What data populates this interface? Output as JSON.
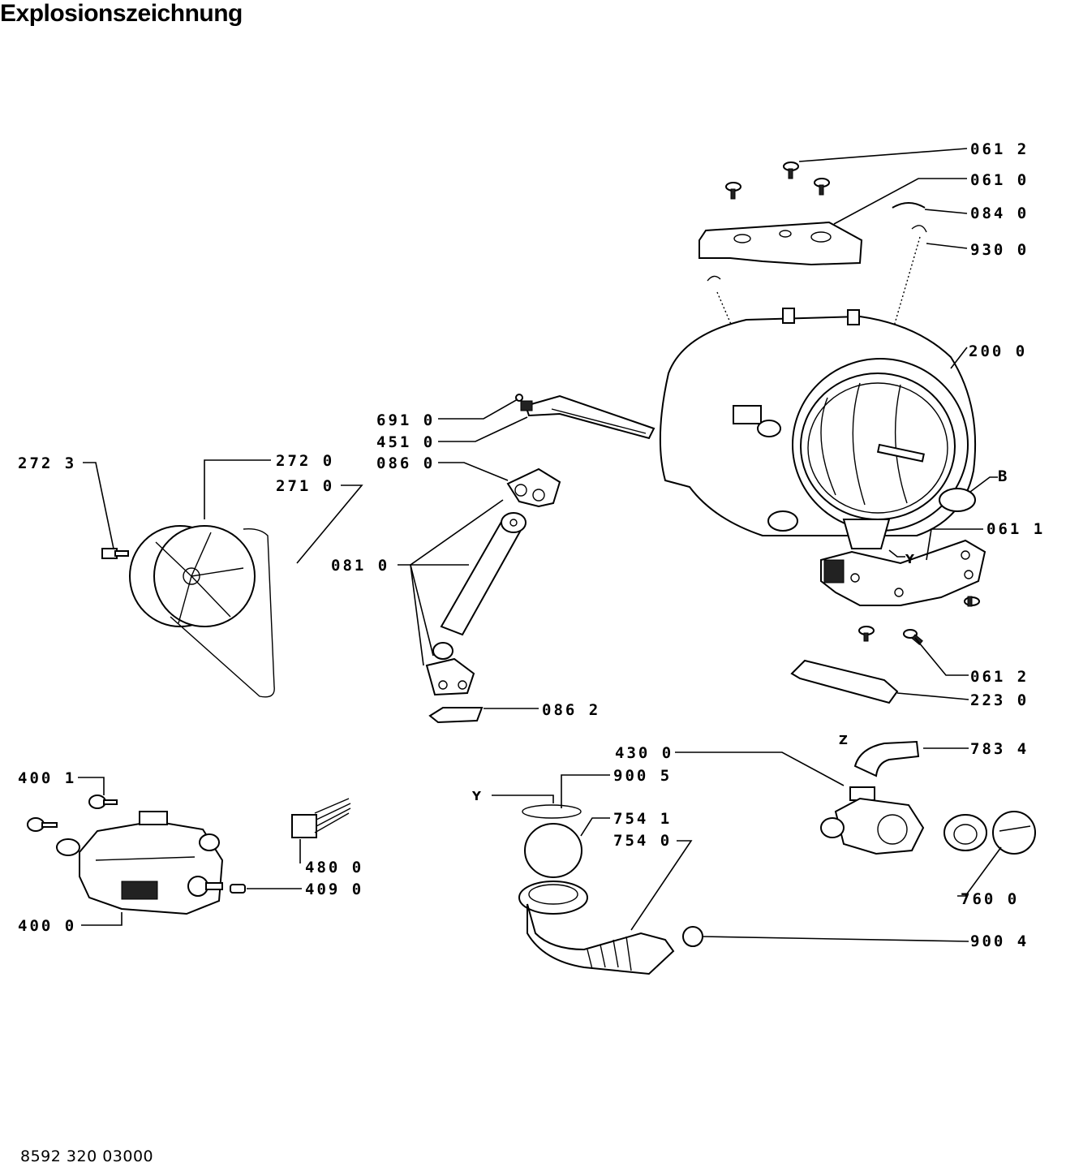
{
  "title": "Explosionszeichnung",
  "doc_number": "8592 320 03000",
  "labels": {
    "l0612a": "061 2",
    "l0610": "061 0",
    "l0840": "084 0",
    "l9300": "930 0",
    "l2000": "200 0",
    "lB": "B",
    "l0611": "061 1",
    "lY1": "Y",
    "l0612b": "061 2",
    "l2230": "223 0",
    "lZ": "Z",
    "l7834": "783 4",
    "l4300": "430 0",
    "l9005": "900 5",
    "lY2": "Y",
    "l7541": "754 1",
    "l7540": "754 0",
    "l7600": "760 0",
    "l9004": "900 4",
    "l6910": "691 0",
    "l4510": "451 0",
    "l0860": "086 0",
    "l0810": "081 0",
    "l0862": "086 2",
    "l2723": "272 3",
    "l2720": "272 0",
    "l2710": "271 0",
    "l4001": "400 1",
    "l4800": "480 0",
    "l4090": "409 0",
    "l4000": "400 0"
  }
}
